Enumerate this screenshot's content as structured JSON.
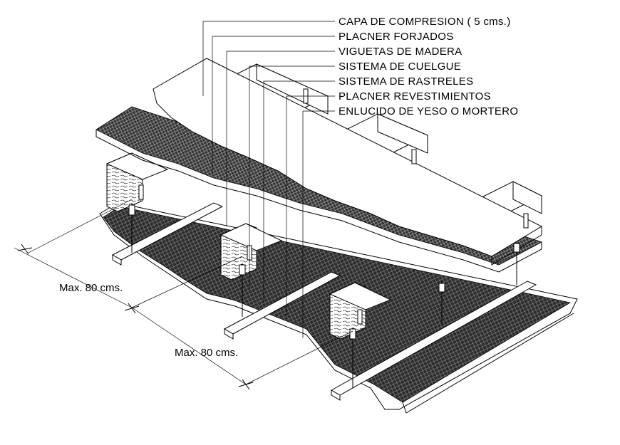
{
  "labels": {
    "capa": "CAPA DE COMPRESION ( 5 cms.)",
    "placner_forjados": "PLACNER FORJADOS",
    "viguetas": "VIGUETAS DE MADERA",
    "cuelgue": "SISTEMA DE CUELGUE",
    "rastreles": "SISTEMA DE RASTRELES",
    "placner_revest": "PLACNER REVESTIMIENTOS",
    "enlucido": "ENLUCIDO DE YESO O MORTERO"
  },
  "dimensions": {
    "dim1": "Max. 80 cms.",
    "dim2": "Max. 80 cms."
  },
  "colors": {
    "ink": "#000000",
    "hatch": "#2a2a2a",
    "background": "#ffffff"
  }
}
